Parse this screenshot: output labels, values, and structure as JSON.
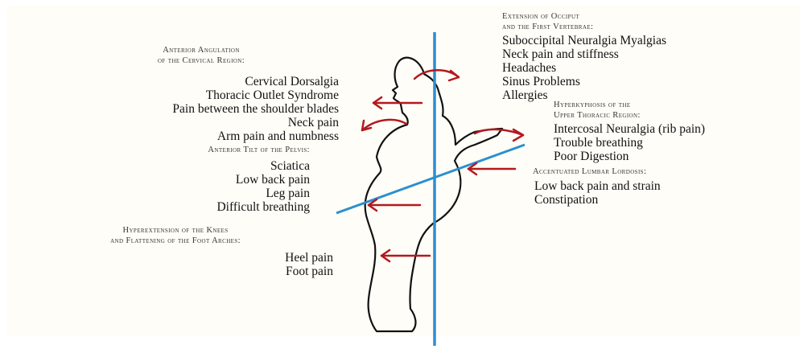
{
  "colors": {
    "background": "#fffdf7",
    "plumb_line": "#2b8fd0",
    "tilt_line": "#2b8fd0",
    "arrows": "#b3191f",
    "silhouette": "#111111",
    "text": "#111111"
  },
  "groups": {
    "cervical": {
      "heading": [
        "Anterior Angulation",
        "of the Cervical Region:"
      ],
      "symptoms": [
        "Cervical Dorsalgia",
        "Thoracic Outlet Syndrome",
        "Pain between the shoulder blades",
        "Neck pain",
        "Arm pain and numbness"
      ]
    },
    "pelvis": {
      "heading": [
        "Anterior Tilt of the Pelvis:"
      ],
      "symptoms": [
        "Sciatica",
        "Low back pain",
        "Leg pain",
        "Difficult breathing"
      ]
    },
    "knees": {
      "heading": [
        "Hyperextension of the Knees",
        "and Flattening of the Foot Arches:"
      ],
      "symptoms": [
        "Heel pain",
        "Foot pain"
      ]
    },
    "occiput": {
      "heading": [
        "Extension of Occiput",
        "and the First Vertebrae:"
      ],
      "symptoms": [
        "Suboccipital Neuralgia Myalgias",
        "Neck pain and stiffness",
        "Headaches",
        "Sinus Problems",
        "Allergies"
      ]
    },
    "thoracic": {
      "heading": [
        "Hyperkyphosis of the",
        "Upper Thoracic Region:"
      ],
      "symptoms": [
        "Intercosal Neuralgia (rib pain)",
        "Trouble breathing",
        "Poor Digestion"
      ]
    },
    "lumbar": {
      "heading": [
        "Accentuated Lumbar Lordosis:"
      ],
      "symptoms": [
        "Low back pain and strain",
        "Constipation"
      ]
    }
  }
}
